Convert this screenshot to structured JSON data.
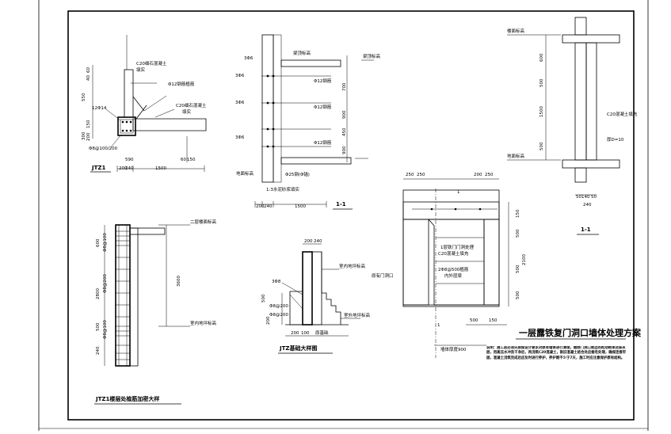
{
  "sheet": {
    "title": "一层露铁复门洞口墙体处理方案",
    "note": "说明：施工前必须先按照设计要求对原有墙体进行清理，凿除门洞口周边的松动砌体及抹灰层，用高压水冲洗干净后，再浇筑C20混凝土，新旧混凝土结合处应凿毛处理，确保连接牢固，混凝土浇筑完成后应及时进行养护，养护期不少于7天，施工时应注意保护原有结构。"
  },
  "detail_jtz1": {
    "title": "JTZ1",
    "labels": {
      "c20_top": "C20细石混凝土",
      "c20_top2": "填实",
      "rebar12": "Φ12钢筋植筋",
      "c20_mid": "C20细石混凝土",
      "c20_mid2": "填实",
      "bar_12d14": "12Φ14",
      "stirrup": "Φ8@100/200"
    },
    "dims": {
      "d550": "550",
      "d40": "40",
      "d60": "60",
      "d150": "150",
      "d200": "200",
      "d300": "300",
      "d1500": "1500",
      "d590": "590",
      "d200b": "200",
      "d240": "240",
      "d60b": "60",
      "d150b": "150"
    }
  },
  "detail_11_left": {
    "title": "1-1",
    "labels": {
      "l1": "梁顶标高",
      "l2": "Φ12钢筋",
      "l3": "Φ12钢筋",
      "l4": "Φ12钢筋",
      "l5": "地面标高",
      "l6": "Φ25钢(Φ锚)",
      "l7": "1:3水泥砂浆填实"
    },
    "dims": {
      "d1": "3Φ6",
      "d2": "3Φ6",
      "d3": "3Φ6",
      "d4": "3Φ6",
      "v1": "700",
      "v2": "900",
      "v3": "450",
      "v4": "900",
      "h200": "200",
      "h240": "240",
      "h1500": "1500"
    }
  },
  "detail_11_right": {
    "title": "1-1",
    "labels": {
      "top": "楼面标高",
      "bottom": "地面标高",
      "c20": "C20混凝土填充",
      "thk": "厚D=10"
    },
    "dims": {
      "v600": "600",
      "v500": "500",
      "v1500": "1500",
      "v500b": "500",
      "d50a": "50",
      "d140": "140",
      "d50b": "50",
      "d240": "240"
    }
  },
  "detail_opening": {
    "labels": {
      "l1": "1层铁门门洞处理",
      "l2": "C20混凝土填充",
      "l3": "2Φ8@500植筋",
      "l4": "内外层梁",
      "side": "原有门洞口",
      "section": "1"
    },
    "dims": {
      "t250a": "250",
      "t250b": "250",
      "t200a": "200",
      "t250c": "250",
      "v150": "150",
      "v500a": "500",
      "v2100": "2100",
      "v500b": "500",
      "v500c": "500",
      "b500": "500",
      "b150": "150",
      "b900": "墙体厚度900"
    }
  },
  "detail_jtz1_elev": {
    "title": "JTZ1楼层处植筋加密大样",
    "labels": {
      "top": "二层楼面标高",
      "bot": "室内地坪标高"
    },
    "dims": {
      "v600": "600",
      "s1": "Φ8@100",
      "v2800": "2800",
      "s2": "Φ8@200",
      "v500": "500",
      "s3": "Φ8@100",
      "v240": "240",
      "total": "3600"
    }
  },
  "detail_jtz_found": {
    "title": "JTZ基础大样图",
    "labels": {
      "l1": "室内地坪标高",
      "l2": "室外地坪标高",
      "l3": "原基础",
      "rebar": "3Φ8"
    },
    "dims": {
      "t200": "200",
      "t240": "240",
      "v500": "500",
      "s1": "Φ8@200",
      "s2": "Φ8@200",
      "b200": "200",
      "b100": "100",
      "v200": "200"
    }
  }
}
